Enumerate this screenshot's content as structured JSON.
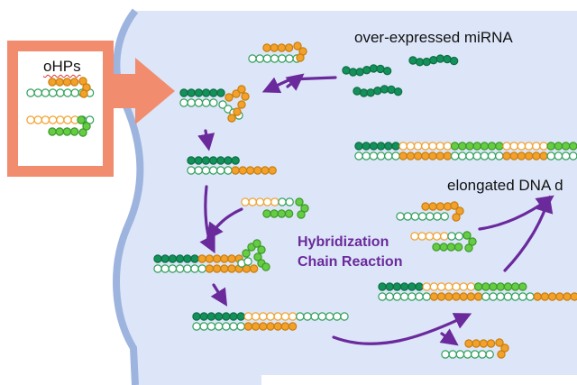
{
  "labels": {
    "ohps": "oHPs",
    "mirna": "over-expressed miRNA",
    "hcr_line1": "Hybridization",
    "hcr_line2": "Chain Reaction",
    "elongated": "elongated DNA d"
  },
  "colors": {
    "background_region": "#dde6f8",
    "membrane": "#9db4df",
    "box_frame": "#f28c6e",
    "arrow": "#6a2a9c",
    "mirna": "#14905a",
    "mirna_outline": "#0c6e44",
    "hairpin_a": "#f2a12a",
    "hairpin_a_outline": "#c97e10",
    "hairpin_b": "#66cc44",
    "hairpin_b_outline": "#3c9a2a",
    "open_bead_outline": "#2fa05a",
    "label_text": "#111111",
    "hcr_text": "#6a2a9c"
  }
}
